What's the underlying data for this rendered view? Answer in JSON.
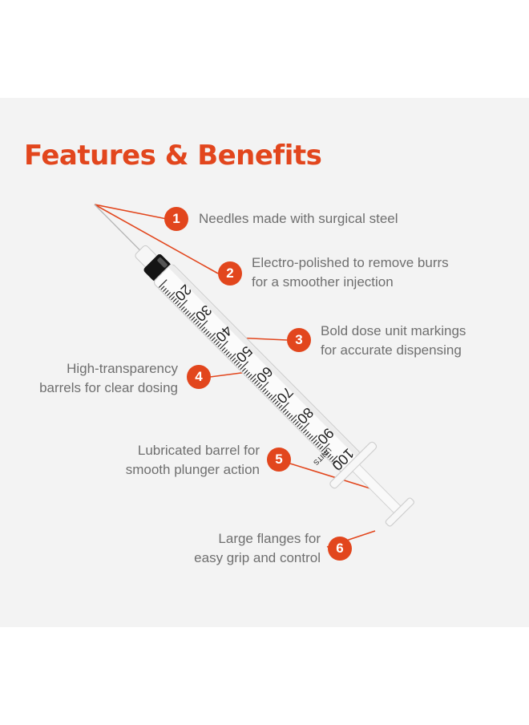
{
  "title": "Features & Benefits",
  "accent_color": "#e2461d",
  "scale_marks": [
    "20",
    "30",
    "40",
    "50",
    "60",
    "70",
    "80",
    "90",
    "100"
  ],
  "scale_unit": "UNITS",
  "features": [
    {
      "number": "1",
      "lines": [
        "Needles made with surgical steel"
      ]
    },
    {
      "number": "2",
      "lines": [
        "Electro-polished to remove burrs",
        "for a smoother injection"
      ]
    },
    {
      "number": "3",
      "lines": [
        "Bold dose unit markings",
        "for accurate dispensing"
      ]
    },
    {
      "number": "4",
      "lines": [
        "High-transparency",
        "barrels for clear dosing"
      ]
    },
    {
      "number": "5",
      "lines": [
        "Lubricated barrel for",
        "smooth plunger action"
      ]
    },
    {
      "number": "6",
      "lines": [
        "Large flanges for",
        "easy grip and control"
      ]
    }
  ]
}
